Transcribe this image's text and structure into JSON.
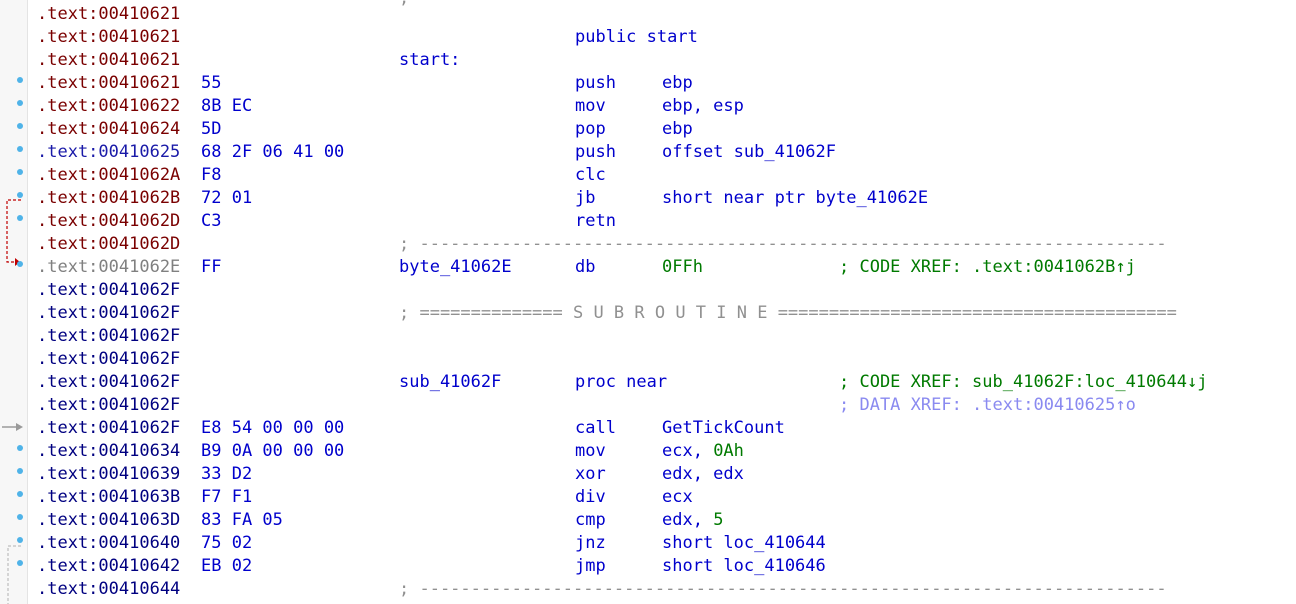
{
  "colors": {
    "address_red": "#7a0000",
    "address_blue": "#1a1aa8",
    "address_gray": "#808080",
    "code_blue": "#0000cc",
    "comment_green": "#007a00",
    "data_xref_lavender": "#8a8af0",
    "separator_gray": "#909090",
    "gutter_dot": "#4fb3e8"
  },
  "rows": [
    {
      "addr": ".text:00410621",
      "addr_color": "red",
      "bytes": "",
      "label": "",
      "mnemonic": "",
      "operands": "",
      "comment": "",
      "separator": "",
      "top_partial": ";"
    },
    {
      "addr": ".text:00410621",
      "addr_color": "red",
      "bytes": "",
      "label": "",
      "mnemonic": "public start",
      "operands": "",
      "comment": "",
      "separator": ""
    },
    {
      "addr": ".text:00410621",
      "addr_color": "red",
      "bytes": "",
      "label": "start:",
      "mnemonic": "",
      "operands": "",
      "comment": "",
      "separator": ""
    },
    {
      "addr": ".text:00410621",
      "addr_color": "red",
      "bytes": "55",
      "label": "",
      "mnemonic": "push",
      "operands": "ebp",
      "comment": "",
      "separator": ""
    },
    {
      "addr": ".text:00410622",
      "addr_color": "red",
      "bytes": "8B EC",
      "label": "",
      "mnemonic": "mov",
      "operands": "ebp, esp",
      "comment": "",
      "separator": ""
    },
    {
      "addr": ".text:00410624",
      "addr_color": "red",
      "bytes": "5D",
      "label": "",
      "mnemonic": "pop",
      "operands": "ebp",
      "comment": "",
      "separator": ""
    },
    {
      "addr": ".text:00410625",
      "addr_color": "blue",
      "bytes": "68 2F 06 41 00",
      "label": "",
      "mnemonic": "push",
      "operands": "offset sub_41062F",
      "comment": "",
      "separator": ""
    },
    {
      "addr": ".text:0041062A",
      "addr_color": "red",
      "bytes": "F8",
      "label": "",
      "mnemonic": "clc",
      "operands": "",
      "comment": "",
      "separator": ""
    },
    {
      "addr": ".text:0041062B",
      "addr_color": "red",
      "bytes": "72 01",
      "label": "",
      "mnemonic": "jb",
      "operands": "short near ptr byte_41062E",
      "comment": "",
      "separator": ""
    },
    {
      "addr": ".text:0041062D",
      "addr_color": "red",
      "bytes": "C3",
      "label": "",
      "mnemonic": "retn",
      "operands": "",
      "comment": "",
      "separator": ""
    },
    {
      "addr": ".text:0041062D",
      "addr_color": "red",
      "bytes": "",
      "label": "",
      "mnemonic": "",
      "operands": "",
      "comment": "",
      "separator": "; -------------------------------------------------------------------------"
    },
    {
      "addr": ".text:0041062E",
      "addr_color": "gray",
      "bytes": "FF",
      "label": "byte_41062E",
      "mnemonic": "db",
      "operands": "0FFh",
      "comment": "; CODE XREF: .text:0041062B↑j",
      "separator": ""
    },
    {
      "addr": ".text:0041062F",
      "addr_color": "dark",
      "bytes": "",
      "label": "",
      "mnemonic": "",
      "operands": "",
      "comment": "",
      "separator": ""
    },
    {
      "addr": ".text:0041062F",
      "addr_color": "dark",
      "bytes": "",
      "label": "",
      "mnemonic": "",
      "operands": "",
      "comment": "",
      "separator": "; ============== S U B R O U T I N E ======================================="
    },
    {
      "addr": ".text:0041062F",
      "addr_color": "dark",
      "bytes": "",
      "label": "",
      "mnemonic": "",
      "operands": "",
      "comment": "",
      "separator": ""
    },
    {
      "addr": ".text:0041062F",
      "addr_color": "dark",
      "bytes": "",
      "label": "",
      "mnemonic": "",
      "operands": "",
      "comment": "",
      "separator": ""
    },
    {
      "addr": ".text:0041062F",
      "addr_color": "dark",
      "bytes": "",
      "label": "sub_41062F",
      "mnemonic": "proc near",
      "operands": "",
      "comment": "; CODE XREF: sub_41062F:loc_410644↓j",
      "separator": ""
    },
    {
      "addr": ".text:0041062F",
      "addr_color": "dark",
      "bytes": "",
      "label": "",
      "mnemonic": "",
      "operands": "",
      "comment": "; DATA XREF: .text:00410625↑o",
      "comment_kind": "data",
      "separator": ""
    },
    {
      "addr": ".text:0041062F",
      "addr_color": "dark",
      "bytes": "E8 54 00 00 00",
      "label": "",
      "mnemonic": "call",
      "operands": "GetTickCount",
      "comment": "",
      "separator": ""
    },
    {
      "addr": ".text:00410634",
      "addr_color": "dark",
      "bytes": "B9 0A 00 00 00",
      "label": "",
      "mnemonic": "mov",
      "operands": "ecx, ",
      "operand_num": "0Ah",
      "comment": "",
      "separator": ""
    },
    {
      "addr": ".text:00410639",
      "addr_color": "dark",
      "bytes": "33 D2",
      "label": "",
      "mnemonic": "xor",
      "operands": "edx, edx",
      "comment": "",
      "separator": ""
    },
    {
      "addr": ".text:0041063B",
      "addr_color": "dark",
      "bytes": "F7 F1",
      "label": "",
      "mnemonic": "div",
      "operands": "ecx",
      "comment": "",
      "separator": ""
    },
    {
      "addr": ".text:0041063D",
      "addr_color": "dark",
      "bytes": "83 FA 05",
      "label": "",
      "mnemonic": "cmp",
      "operands": "edx, ",
      "operand_num": "5",
      "comment": "",
      "separator": ""
    },
    {
      "addr": ".text:00410640",
      "addr_color": "dark",
      "bytes": "75 02",
      "label": "",
      "mnemonic": "jnz",
      "operands": "short loc_410644",
      "comment": "",
      "separator": ""
    },
    {
      "addr": ".text:00410642",
      "addr_color": "dark",
      "bytes": "EB 02",
      "label": "",
      "mnemonic": "jmp",
      "operands": "short loc_410646",
      "comment": "",
      "separator": ""
    },
    {
      "addr": ".text:00410644",
      "addr_color": "dark",
      "bytes": "",
      "label": "",
      "mnemonic": "",
      "operands": "",
      "comment": "",
      "separator": "; -------------------------------------------------------------------------"
    }
  ],
  "gutter_dots": [
    3,
    4,
    5,
    6,
    7,
    8,
    9,
    11,
    19,
    20,
    21,
    22,
    23,
    24
  ],
  "icons": {
    "red_jump_arrow": "jump-arrow-icon",
    "gray_arrow": "current-position-arrow-icon"
  }
}
